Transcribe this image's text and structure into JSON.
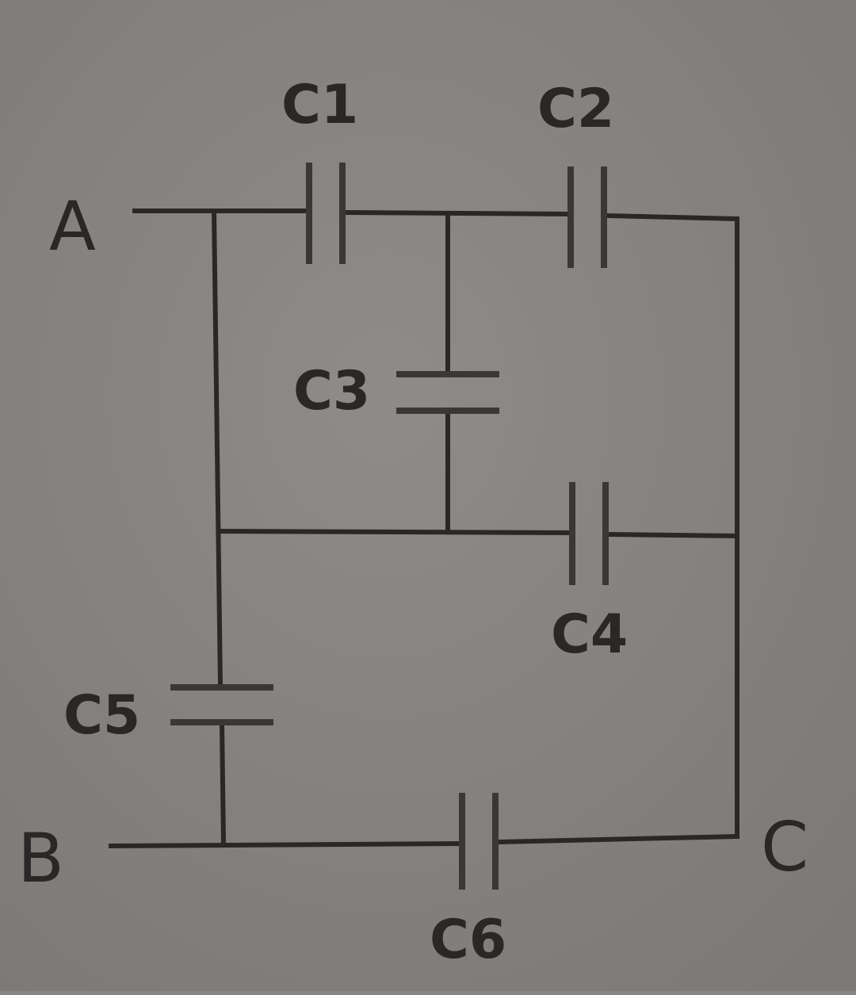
{
  "diagram": {
    "type": "capacitor-network",
    "colors": {
      "paper": "#8a8686",
      "ink": "#2a2727"
    },
    "terminals": [
      {
        "id": "A",
        "label": "A"
      },
      {
        "id": "B",
        "label": "B"
      },
      {
        "id": "C",
        "label": "C"
      }
    ],
    "capacitors": [
      {
        "id": "C1",
        "label": "C1"
      },
      {
        "id": "C2",
        "label": "C2"
      },
      {
        "id": "C3",
        "label": "C3"
      },
      {
        "id": "C4",
        "label": "C4"
      },
      {
        "id": "C5",
        "label": "C5"
      },
      {
        "id": "C6",
        "label": "C6"
      }
    ]
  }
}
